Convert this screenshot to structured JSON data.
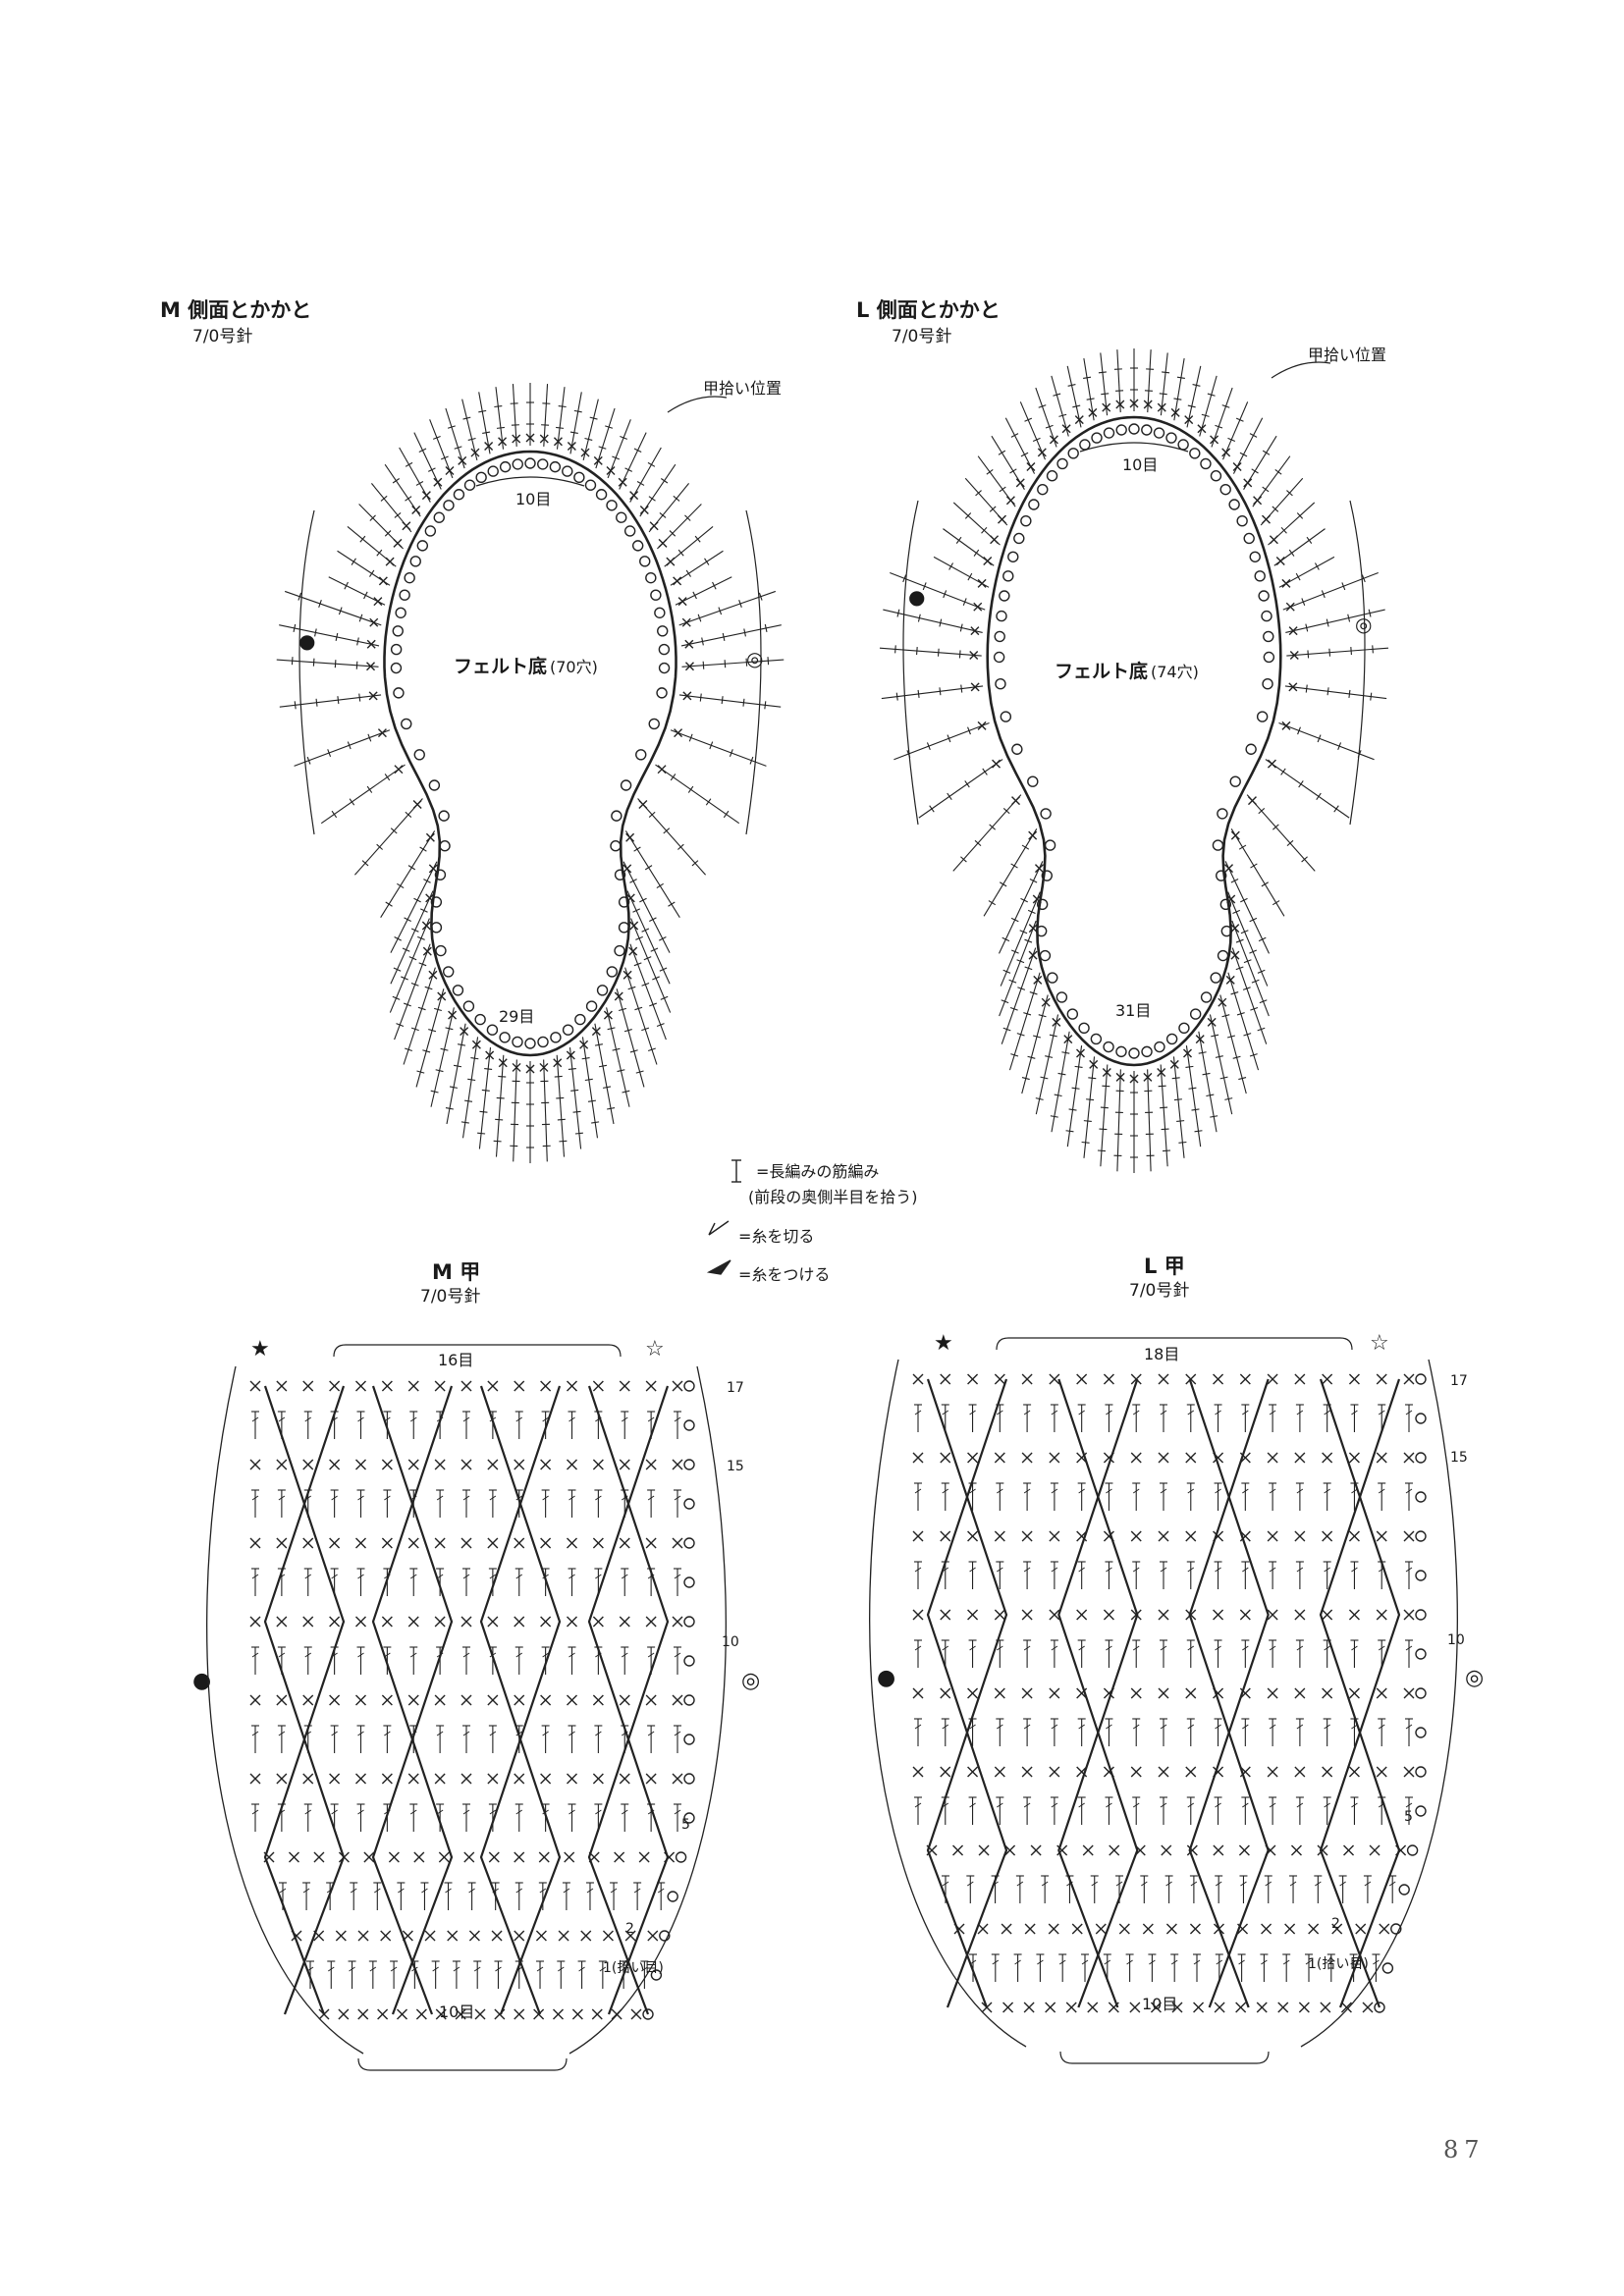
{
  "charts": {
    "m_side": {
      "title": "M 側面とかかと",
      "needle": "7/0号針",
      "top_count": "10目",
      "bottom_count": "29目",
      "sole": "フェルト底",
      "holes": "(70穴)",
      "pickup": "甲拾い位置"
    },
    "l_side": {
      "title": "L 側面とかかと",
      "needle": "7/0号針",
      "top_count": "10目",
      "bottom_count": "31目",
      "sole": "フェルト底",
      "holes": "(74穴)",
      "pickup": "甲拾い位置"
    },
    "m_instep": {
      "title": "M 甲",
      "needle": "7/0号針",
      "top_count": "16目",
      "bottom_count": "10目",
      "row_17": "17",
      "row_15": "15",
      "row_10": "10",
      "row_5": "5",
      "row_2": "2",
      "row_1": "1(拾い目)"
    },
    "l_instep": {
      "title": "L 甲",
      "needle": "7/0号針",
      "top_count": "18目",
      "bottom_count": "10目",
      "row_17": "17",
      "row_15": "15",
      "row_10": "10",
      "row_5": "5",
      "row_2": "2",
      "row_1": "1(拾い目)"
    }
  },
  "legend": {
    "back_loop_dc": "=長編みの筋編み",
    "back_loop_note": "(前段の奥側半目を拾う)",
    "cut_yarn": "=糸を切る",
    "join_yarn": "=糸をつける"
  },
  "markers": {
    "star_filled": "★",
    "star_open": "☆",
    "dot_filled": "●",
    "dot_double": "◎"
  },
  "page_number": "87"
}
